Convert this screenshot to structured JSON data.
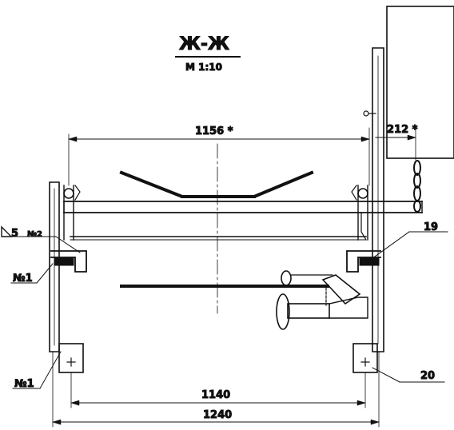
{
  "drawing": {
    "section_title": "Ж-Ж",
    "scale_label": "М 1:10",
    "colors": {
      "ink": "#111111",
      "paper": "#ffffff"
    }
  },
  "dimensions": {
    "upper_span": "1156 *",
    "right_offset": "212 *",
    "lower_inner": "1140",
    "lower_outer": "1240"
  },
  "callouts": {
    "weld_symbol": "5",
    "left_ref_upper_a": "№2",
    "left_ref_upper_b": "№1",
    "left_ref_lower": "№1",
    "right_ref_upper": "19",
    "right_ref_lower": "20"
  }
}
